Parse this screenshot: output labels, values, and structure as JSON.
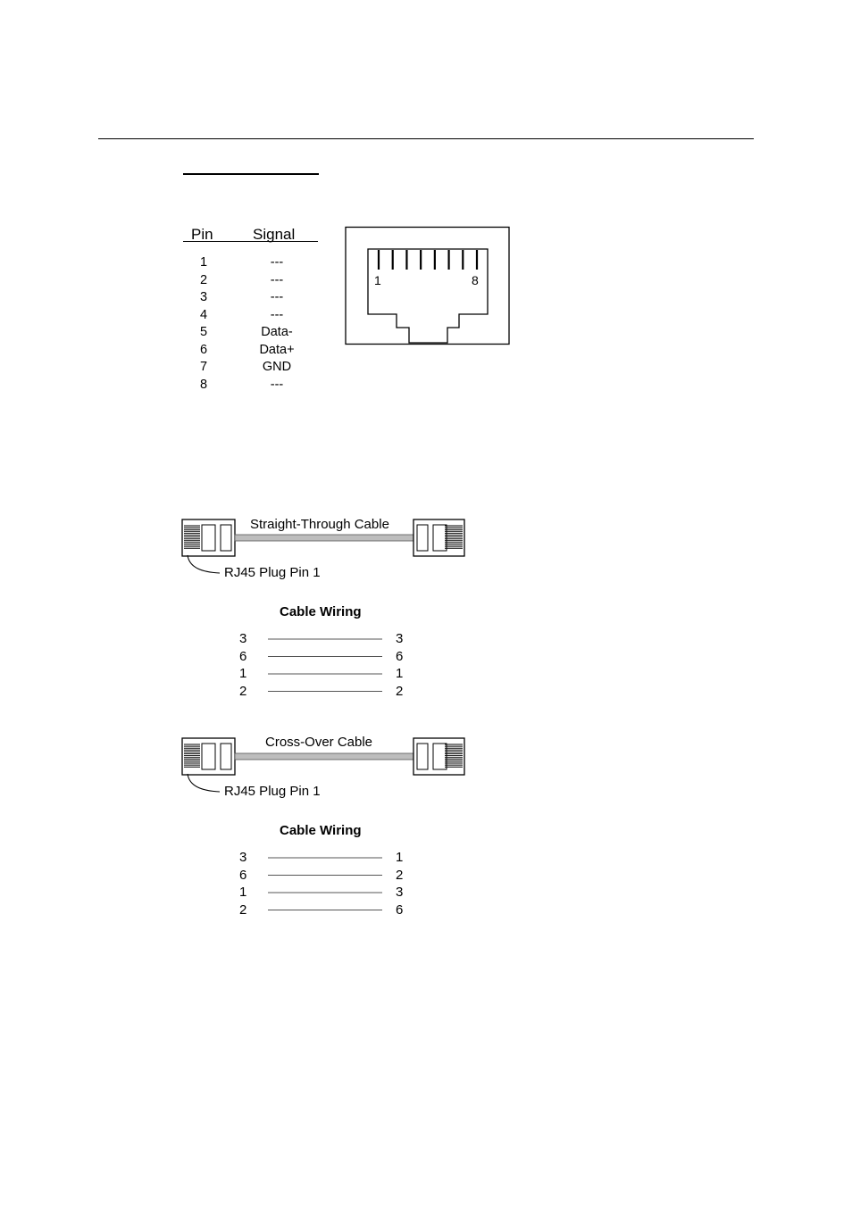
{
  "pin_table": {
    "headers": {
      "pin": "Pin",
      "signal": "Signal"
    },
    "rows": [
      {
        "pin": "1",
        "signal": "---"
      },
      {
        "pin": "2",
        "signal": "---"
      },
      {
        "pin": "3",
        "signal": "---"
      },
      {
        "pin": "4",
        "signal": "---"
      },
      {
        "pin": "5",
        "signal": "Data-"
      },
      {
        "pin": "6",
        "signal": "Data+"
      },
      {
        "pin": "7",
        "signal": "GND"
      },
      {
        "pin": "8",
        "signal": "---"
      }
    ]
  },
  "jack": {
    "pin_first": "1",
    "pin_last": "8",
    "contact_count": 8
  },
  "straight": {
    "cable_label": "Straight-Through Cable",
    "plug_label": "RJ45 Plug Pin 1",
    "wiring_title": "Cable Wiring",
    "wiring": [
      {
        "left": "3",
        "right": "3"
      },
      {
        "left": "6",
        "right": "6"
      },
      {
        "left": "1",
        "right": "1"
      },
      {
        "left": "2",
        "right": "2"
      }
    ]
  },
  "crossover": {
    "cable_label": "Cross-Over Cable",
    "plug_label": "RJ45 Plug Pin 1",
    "wiring_title": "Cable Wiring",
    "wiring": [
      {
        "left": "3",
        "right": "1"
      },
      {
        "left": "6",
        "right": "2"
      },
      {
        "left": "1",
        "right": "3"
      },
      {
        "left": "2",
        "right": "6"
      }
    ]
  }
}
